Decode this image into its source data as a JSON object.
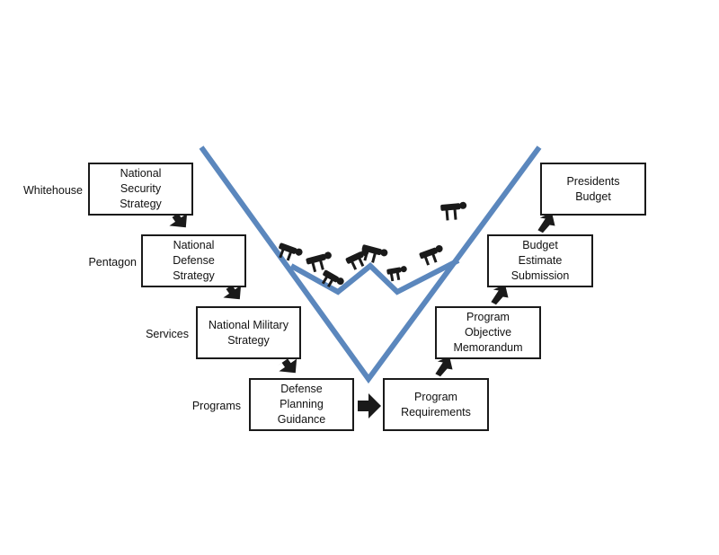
{
  "diagram": {
    "row_labels": [
      {
        "id": "whitehouse",
        "text": "Whitehouse"
      },
      {
        "id": "pentagon",
        "text": "Pentagon"
      },
      {
        "id": "services",
        "text": "Services"
      },
      {
        "id": "programs",
        "text": "Programs"
      }
    ],
    "boxes": [
      {
        "id": "national-security-strategy",
        "text": "National\nSecurity\nStrategy"
      },
      {
        "id": "national-defense-strategy",
        "text": "National\nDefense\nStrategy"
      },
      {
        "id": "national-military-strategy",
        "text": "National Military\nStrategy"
      },
      {
        "id": "defense-planning-guidance",
        "text": "Defense\nPlanning\nGuidance"
      },
      {
        "id": "program-requirements",
        "text": "Program\nRequirements"
      },
      {
        "id": "program-objective-memorandum",
        "text": "Program\nObjective\nMemorandum"
      },
      {
        "id": "budget-estimate-submission",
        "text": "Budget\nEstimate\nSubmission"
      },
      {
        "id": "presidents-budget",
        "text": "Presidents\nBudget"
      }
    ],
    "colors": {
      "v_line": "#5b87bd",
      "arrow": "#1a1a1a",
      "box_border": "#1a1a1a",
      "figures": "#1a1a1a"
    }
  }
}
